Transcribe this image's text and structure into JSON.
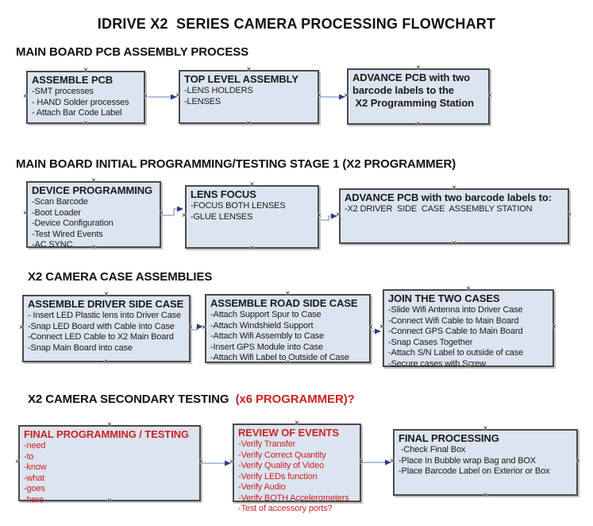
{
  "page": {
    "title": "IDRIVE X2  SERIES CAMERA PROCESSING FLOWCHART"
  },
  "sections": [
    {
      "heading": "MAIN BOARD PCB ASSEMBLY PROCESS",
      "heading_red": ""
    },
    {
      "heading": "MAIN BOARD INITIAL PROGRAMMING/TESTING STAGE 1 (X2 PROGRAMMER)",
      "heading_red": ""
    },
    {
      "heading": "X2 CAMERA CASE ASSEMBLIES",
      "heading_red": ""
    },
    {
      "heading": "X2 CAMERA SECONDARY TESTING  ",
      "heading_red": "(x6 PROGRAMMER)?"
    }
  ],
  "boxes": [
    {
      "title": "ASSEMBLE PCB",
      "items": [
        "-SMT processes",
        "- HAND Solder processes",
        "- Attach Bar Code Label"
      ]
    },
    {
      "title": "TOP LEVEL ASSEMBLY",
      "items": [
        "-LENS HOLDERS",
        "-LENSES"
      ]
    },
    {
      "title": "ADVANCE PCB with two\nbarcode labels to the\n X2 Programming Station",
      "items": []
    },
    {
      "title": "DEVICE PROGRAMMING",
      "items": [
        "-Scan Barcode",
        "-Boot Loader",
        "-Device Configuration",
        "-Test Wired Events",
        "-AC SYNC"
      ]
    },
    {
      "title": "LENS FOCUS",
      "items": [
        "-FOCUS BOTH LENSES",
        "-GLUE LENSES"
      ]
    },
    {
      "title": "ADVANCE PCB with two barcode labels to:",
      "items": [
        "-X2 DRIVER  SIDE  CASE  ASSEMBLY STATION"
      ]
    },
    {
      "title": "ASSEMBLE DRIVER SIDE CASE",
      "items": [
        "- Insert LED Plastic lens into Driver Case",
        "-Snap LED Board with Cable into Case",
        "-Connect LED Cable to X2 Main Board",
        "-Snap Main Board into case"
      ]
    },
    {
      "title": "ASSEMBLE ROAD SIDE CASE",
      "items": [
        "-Attach Support Spur to Case",
        "-Attach Windshield Support",
        "-Attach Wifi Assembly to Case",
        "-Insert GPS Module into Case",
        "-Attach Wifi Label to Outside of Case"
      ]
    },
    {
      "title": "JOIN THE TWO CASES",
      "items": [
        "-Slide Wifi Antenna into Driver Case",
        "-Connect Wifi Cable to Main Board",
        "-Connect GPS Cable to Main Board",
        "-Snap Cases Together",
        "-Attach S/N Label to outside of case",
        "-Secure cases with Screw"
      ]
    },
    {
      "title": "FINAL PROGRAMMING / TESTING",
      "color": "red",
      "items": [
        "-need",
        "-to",
        "-know",
        "-what",
        "-goes",
        "-here"
      ]
    },
    {
      "title": "REVIEW OF EVENTS",
      "color": "red",
      "items": [
        "-Verify Transfer",
        "-Verify Correct Quantity",
        "-Verify Quality of Video",
        "-Verify LEDs function",
        "-Verify Audio",
        "-Verify BOTH Accelerometers",
        "-Test of accessory ports?"
      ]
    },
    {
      "title": "FINAL PROCESSING",
      "items": [
        " -Check Final Box",
        "-Place In Bubble wrap Bag and BOX",
        "-Place Barcode Label on Exterior or Box"
      ]
    }
  ],
  "colors": {
    "accent_red": "#cc2222",
    "box_fill": "#dce4f0",
    "box_border": "#4a4a4a",
    "arrow_line": "#98aed0",
    "arrow_head": "#2b3c85"
  }
}
